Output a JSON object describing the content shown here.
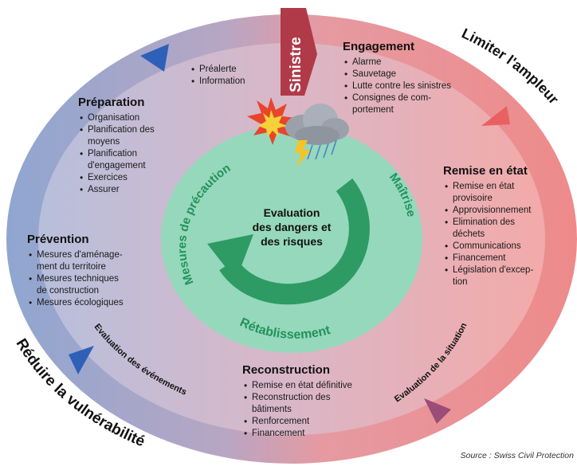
{
  "colors": {
    "left_blue": "#8fa6d0",
    "right_red": "#ec8a8a",
    "center_green": "#96d8bc",
    "cycle_arrow": "#2d9b63",
    "sinistre_arrow": "#b03a48",
    "blue_marker": "#2f60b8",
    "red_marker": "#e86060",
    "dark_marker": "#9b4c78",
    "ring_text": "#111111",
    "green_text": "#22925a"
  },
  "icons": [
    "explosion-icon",
    "storm-cloud-icon"
  ],
  "ring_labels": {
    "left": "Réduire la vulnérabilité",
    "right": "Limiter l'ampleur"
  },
  "sinistre": "Sinistre",
  "center": {
    "title_line1": "Evaluation",
    "title_line2": "des dangers et",
    "title_line3": "des risques",
    "left_label": "Mesures de précaution",
    "right_label": "Maîtrise",
    "bottom_label": "Rétablissement"
  },
  "inner_eval": {
    "events": "Evaluation des événements",
    "situation": "Evaluation de la situation"
  },
  "top_items": [
    "Préalerte",
    "Information"
  ],
  "preparation": {
    "title": "Préparation",
    "items": [
      "Organisation",
      "Planification des",
      "moyens",
      "Planification",
      "d'engagement",
      "Exercices",
      "Assurer"
    ]
  },
  "prevention": {
    "title": "Prévention",
    "items": [
      "Mesures d'aménage-",
      "ment du territoire",
      "Mesures techniques",
      "de construction",
      "Mesures écologiques"
    ]
  },
  "engagement": {
    "title": "Engagement",
    "items": [
      "Alarme",
      "Sauvetage",
      "Lutte contre les sinistres",
      "Consignes de com-",
      "portement"
    ]
  },
  "remise": {
    "title": "Remise en état",
    "items": [
      "Remise en état",
      "provisoire",
      "Approvisionnement",
      "Elimination des",
      "déchets",
      "Communications",
      "Financement",
      "Législation d'excep-",
      "tion"
    ]
  },
  "reconstruction": {
    "title": "Reconstruction",
    "items": [
      "Remise en état définitive",
      "Reconstruction des",
      "bâtiments",
      "Renforcement",
      "Financement"
    ]
  },
  "source": "Source : Swiss Civil Protection"
}
